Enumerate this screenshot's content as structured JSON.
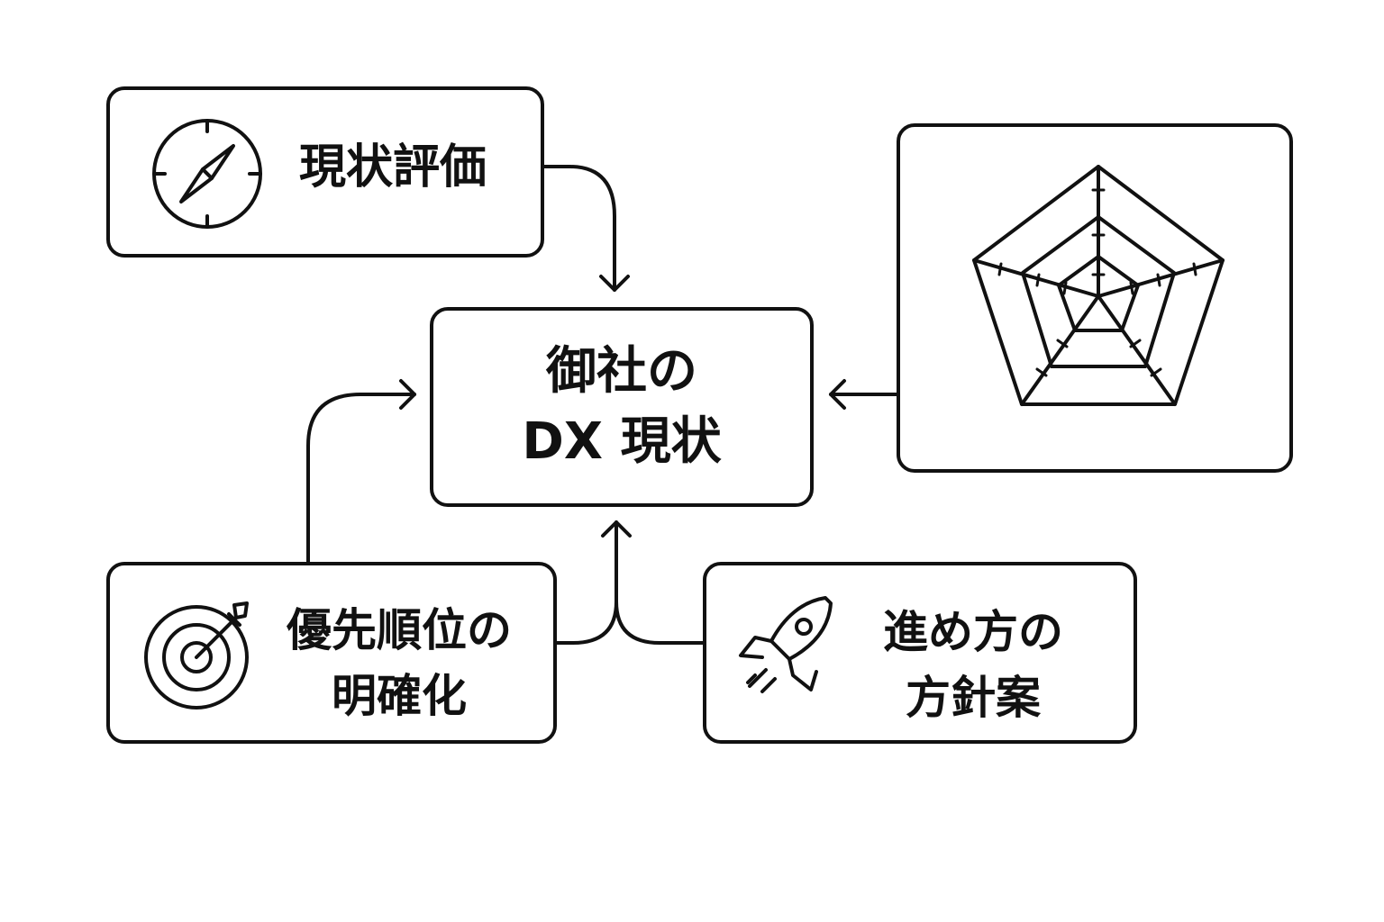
{
  "nodes": {
    "current_eval": {
      "label": "現状評価",
      "icon": "compass-icon"
    },
    "center": {
      "line1": "御社の",
      "line2": "DX 現状"
    },
    "radar": {
      "icon": "radar-chart-icon"
    },
    "priority": {
      "line1": "優先順位の",
      "line2": "明確化",
      "icon": "target-icon"
    },
    "plan": {
      "line1": "進め方の",
      "line2": "方針案",
      "icon": "rocket-icon"
    }
  },
  "edges": [
    {
      "from": "現状評価",
      "to": "御社の DX 現状"
    },
    {
      "from": "radar-chart",
      "to": "御社の DX 現状"
    },
    {
      "from": "優先順位の明確化",
      "to": "御社の DX 現状"
    },
    {
      "from": "進め方の方針案",
      "to": "御社の DX 現状"
    }
  ],
  "colors": {
    "stroke": "#111111",
    "background": "#ffffff"
  }
}
